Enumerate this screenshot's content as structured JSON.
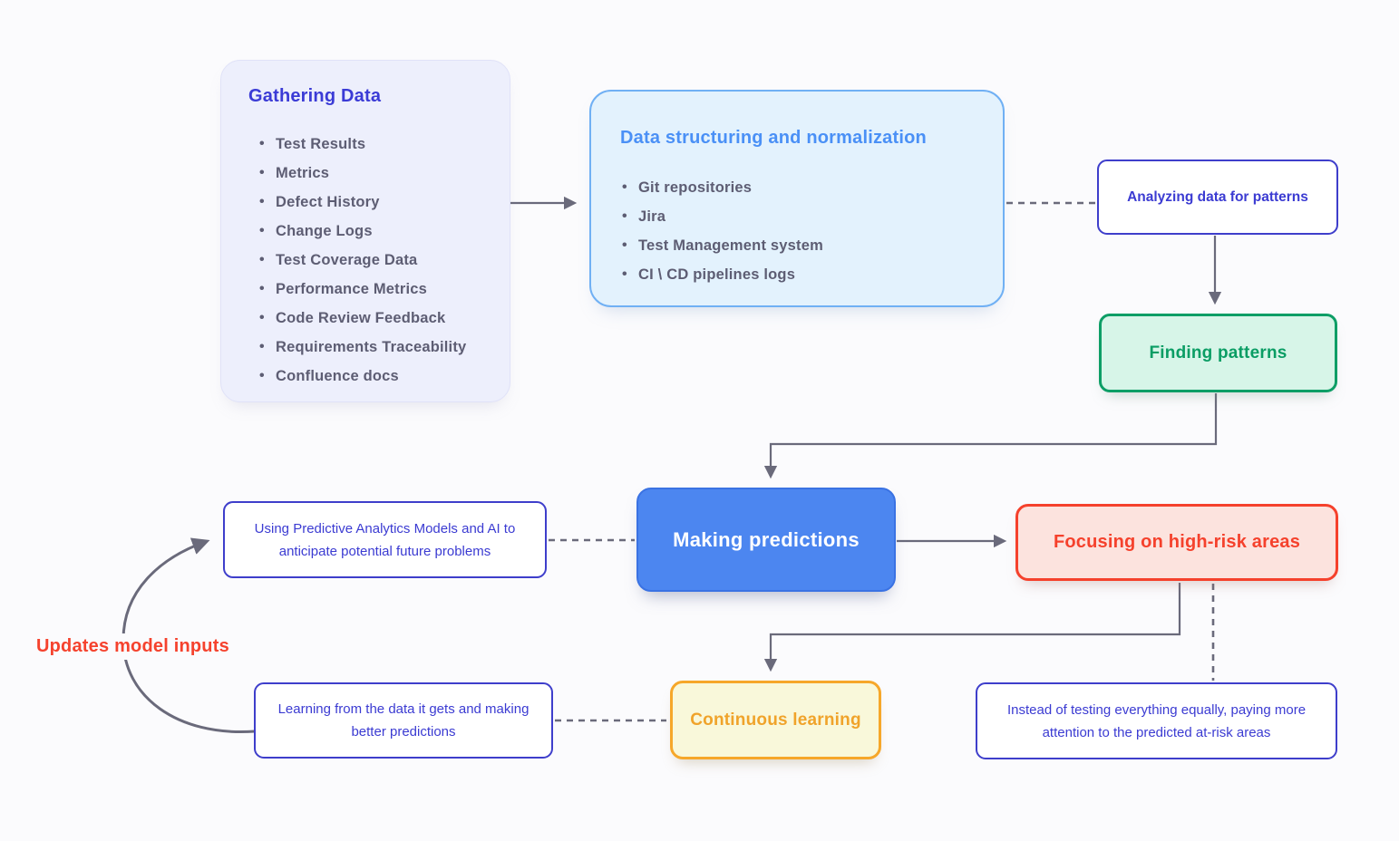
{
  "palette": {
    "indigo_text": "#3b3bd2",
    "blue_title": "#4a90f6",
    "green": "#0d9e66",
    "red": "#f5412c",
    "amber": "#f6a72a",
    "list_gray": "#5d5d73",
    "connector_gray": "#6a6a7b",
    "making_fill": "#4c86f0",
    "gathering_bg": "#edeffc",
    "structuring_bg": "#e3f2fd",
    "finding_bg": "#d7f5e8",
    "focusing_bg": "#fce3de",
    "continuous_bg": "#f9f8da"
  },
  "gathering": {
    "title": "Gathering Data",
    "items": [
      "Test Results",
      "Metrics",
      "Defect History",
      "Change Logs",
      "Test Coverage Data",
      "Performance Metrics",
      "Code Review Feedback",
      "Requirements Traceability",
      "Confluence docs"
    ]
  },
  "structuring": {
    "title": "Data structuring and normalization",
    "items": [
      "Git repositories",
      "Jira",
      "Test Management system",
      "CI \\ CD pipelines logs"
    ]
  },
  "analyzing": {
    "label": "Analyzing data for patterns"
  },
  "finding": {
    "label": "Finding patterns"
  },
  "making": {
    "label": "Making predictions"
  },
  "focusing": {
    "label": "Focusing on high-risk areas"
  },
  "using_note": {
    "label": "Using Predictive Analytics Models and AI to anticipate potential future problems"
  },
  "learning_note": {
    "label": "Learning from the data it gets and making better predictions"
  },
  "continuous": {
    "label": "Continuous learning"
  },
  "risk_note": {
    "label": "Instead of testing everything equally, paying more attention to the predicted at-risk areas"
  },
  "updates_label": "Updates model inputs"
}
